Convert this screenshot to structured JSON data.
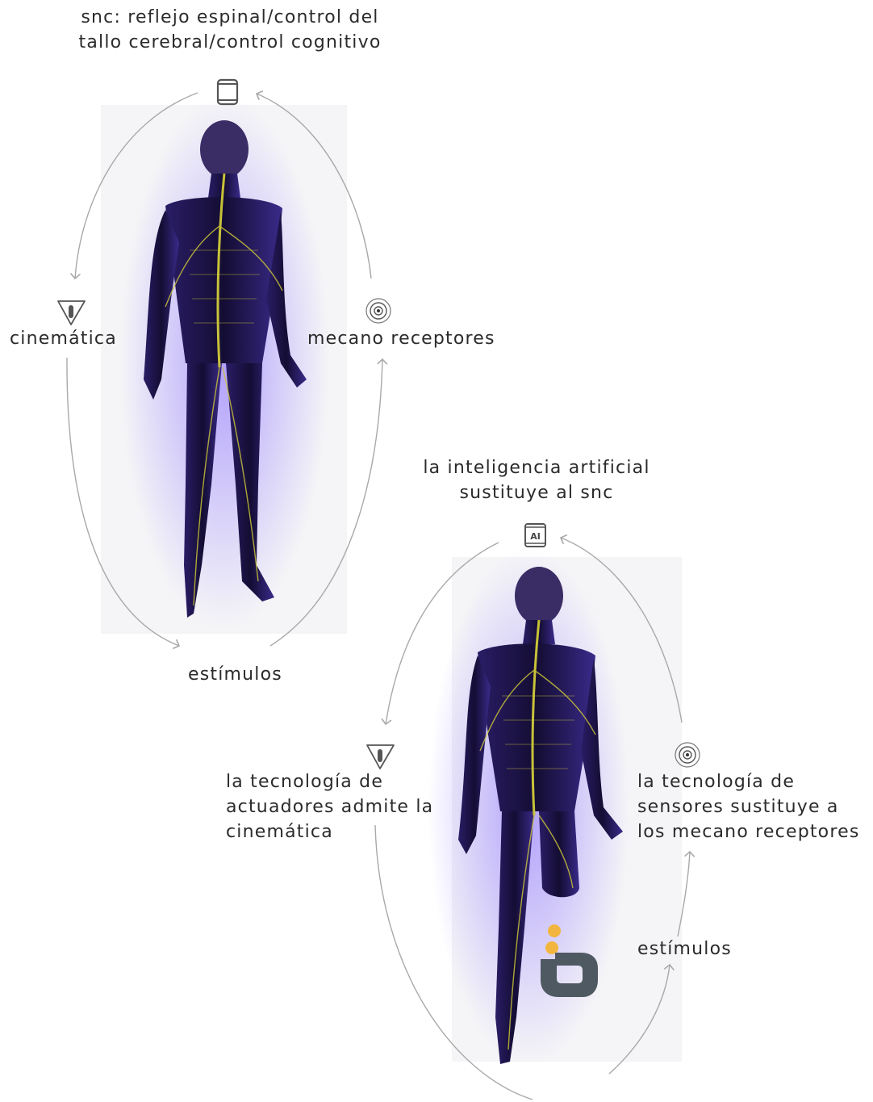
{
  "top_cycle": {
    "title_line1": "snc: reflejo espinal/control del",
    "title_line2": "tallo cerebral/control cognitivo",
    "left_label": "cinemática",
    "right_label": "mecano receptores",
    "bottom_label": "estímulos"
  },
  "bottom_cycle": {
    "title_line1": "la inteligencia artificial",
    "title_line2": "sustituye al snc",
    "chip_text": "AI",
    "left_label_line1": "la tecnología de",
    "left_label_line2": "actuadores admite la",
    "left_label_line3": "cinemática",
    "right_label_line1": "la tecnología de",
    "right_label_line2": "sensores sustituye a",
    "right_label_line3": "los mecano receptores",
    "bottom_label": "estímulos"
  },
  "icons": [
    "chip-icon",
    "actuator-icon",
    "sensor-icon",
    "ai-chip-icon",
    "brand-logo"
  ],
  "colors": {
    "body": "#1c1440",
    "body_glow": "#7a5cff",
    "nerves": "#c8c23a",
    "arrows": "#a9a9a9",
    "logo_dark": "#4f5962",
    "logo_dot": "#f2b640"
  }
}
